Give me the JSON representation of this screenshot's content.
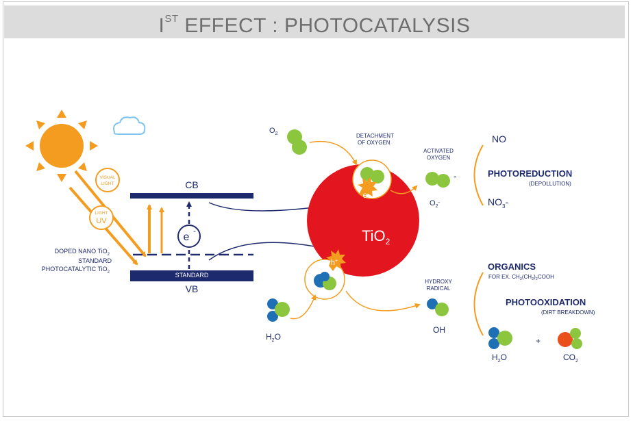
{
  "title": {
    "prefix": "I",
    "superscript": "ST",
    "suffix": " EFFECT : PHOTOCATALYSIS"
  },
  "colors": {
    "orange": "#f39c1f",
    "navy": "#1e2a6e",
    "red": "#e3161f",
    "green": "#8cc63f",
    "blue": "#1f6fb5"
  },
  "icons": {
    "sun": "sun-icon",
    "cloud": "cloud-icon"
  },
  "light": {
    "visual_line1": "VISUAL",
    "visual_line2": "LIGHT",
    "light_label": "LIGHT",
    "uv_label": "UV"
  },
  "bands": {
    "cb": "CB",
    "vb": "VB",
    "standard": "STANDARD",
    "electron": "e",
    "electron_sup": "-"
  },
  "left_labels": {
    "doped": "DOPED NANO TiO",
    "doped_sub": "2",
    "standard": "STANDARD",
    "photocatalytic": "PHOTOCATALYTIC TiO",
    "photocatalytic_sub": "2"
  },
  "center": {
    "o2": "O",
    "o2_sub": "2",
    "detachment_line1": "DETACHMENT",
    "detachment_line2": "OF OXYGEN",
    "tio2": "TiO",
    "tio2_sub": "2",
    "electron": "e",
    "hole": "h",
    "hole_sup": "+",
    "h2o": "H",
    "h2o_sub": "2",
    "h2o_end": "O"
  },
  "activated": {
    "line1": "ACTIVATED",
    "line2": "OXYGEN",
    "minus": "-",
    "o2": "O",
    "o2_sub": "2",
    "o2_sup": "-"
  },
  "reduction": {
    "no": "NO",
    "title": "PHOTOREDUCTION",
    "subtitle": "(DEPOLLUTION)",
    "no3": "NO",
    "no3_sub": "3",
    "no3_sup": "-"
  },
  "hydroxy": {
    "line1": "HYDROXY",
    "line2": "RADICAL",
    "oh": "OH"
  },
  "oxidation": {
    "organics": "ORGANICS",
    "example": "FOR EX. CH",
    "example_sub1": "3",
    "example_mid": "(CH",
    "example_sub2": "2",
    "example_mid2": ")",
    "example_sub3": "2",
    "example_end": "COOH",
    "title": "PHOTOOXIDATION",
    "subtitle": "(DIRT BREAKDOWN)",
    "plus": "+",
    "h2o": "H",
    "h2o_sub": "2",
    "h2o_end": "O",
    "co2": "CO",
    "co2_sub": "2"
  }
}
